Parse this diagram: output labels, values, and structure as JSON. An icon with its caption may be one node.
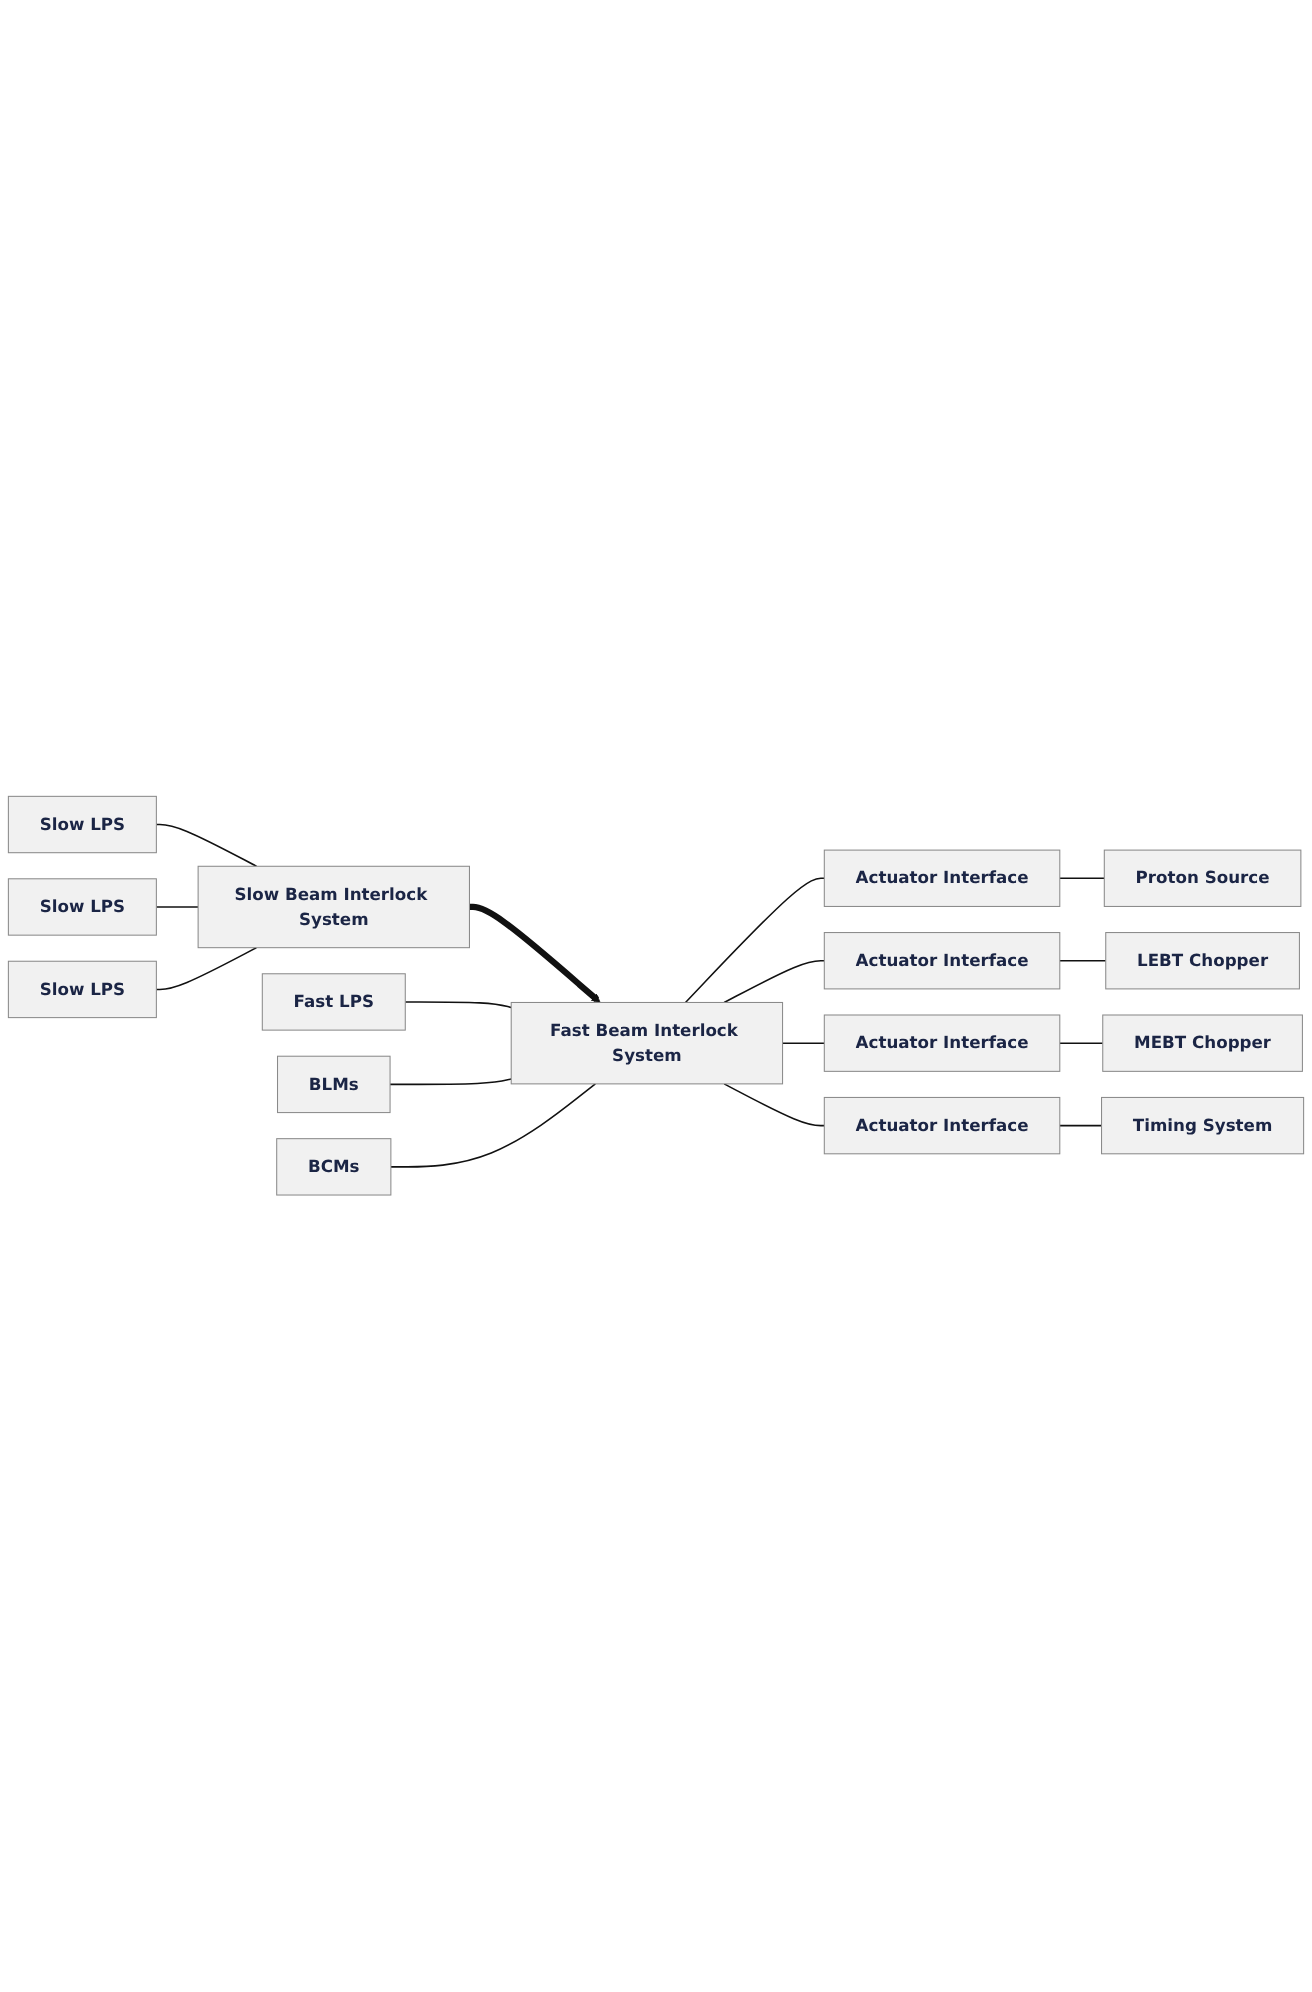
{
  "diagram": {
    "nodes": [
      {
        "text": [
          "Slow LPS"
        ]
      },
      {
        "text": [
          "Slow LPS"
        ]
      },
      {
        "text": [
          "Slow LPS"
        ]
      },
      {
        "text": [
          "Slow Beam Interlock System"
        ]
      },
      {
        "text": [
          "Fast LPS"
        ]
      },
      {
        "text": [
          "BLMs"
        ]
      },
      {
        "text": [
          "BCMs"
        ]
      },
      {
        "text": [
          "Fast Beam Interlock System"
        ]
      },
      {
        "text": [
          "Actuator Interface"
        ]
      },
      {
        "text": [
          "Proton Source"
        ]
      },
      {
        "text": [
          "Actuator Interface"
        ]
      },
      {
        "text": [
          "LEBT Chopper"
        ]
      },
      {
        "text": [
          "Actuator Interface"
        ]
      },
      {
        "text": [
          "MEBT Chopper"
        ]
      },
      {
        "text": [
          "Actuator Interface"
        ]
      },
      {
        "text": [
          "Timing System"
        ]
      }
    ],
    "edges": [
      {
        "from": 0,
        "to": 3,
        "arrow": "none"
      },
      {
        "from": 1,
        "to": 3,
        "arrow": "none"
      },
      {
        "from": 2,
        "to": 3,
        "arrow": "none"
      },
      {
        "from": 3,
        "to": 7,
        "arrow": "to",
        "style": "thick"
      },
      {
        "from": 4,
        "to": 7,
        "arrow": "none"
      },
      {
        "from": 5,
        "to": 7,
        "arrow": "none"
      },
      {
        "from": 6,
        "to": 7,
        "arrow": "none"
      },
      {
        "from": 7,
        "to": 8,
        "arrow": "none"
      },
      {
        "from": 8,
        "to": 9,
        "arrow": "none"
      },
      {
        "from": 7,
        "to": 10,
        "arrow": "none"
      },
      {
        "from": 10,
        "to": 11,
        "arrow": "none"
      },
      {
        "from": 7,
        "to": 12,
        "arrow": "none"
      },
      {
        "from": 12,
        "to": 13,
        "arrow": "none"
      },
      {
        "from": 7,
        "to": 14,
        "arrow": "none"
      },
      {
        "from": 14,
        "to": 15,
        "arrow": "none"
      }
    ]
  }
}
